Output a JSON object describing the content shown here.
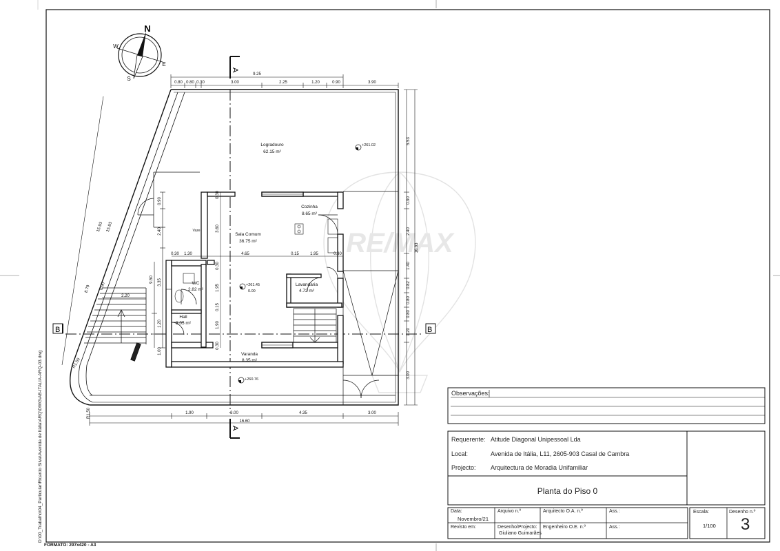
{
  "sheet": {
    "file_path": "D:\\00_Trabalho\\04_Particular\\Ricardo Silva\\Avenida de Itália\\ARQ\\DWG\\AB-ITALIA-ARQ-03.dwg",
    "format": "FORMATO: 297x420 - A3"
  },
  "compass": {
    "n": "N",
    "e": "E",
    "s": "S",
    "w": "W"
  },
  "section_marks": {
    "a": "A",
    "b": "B"
  },
  "watermark": "RE/MAX",
  "rooms": [
    {
      "name": "Logradouro",
      "area": "62.15 m²"
    },
    {
      "name": "Sala Comum",
      "area": "36.75 m²"
    },
    {
      "name": "Cozinha",
      "area": "8.65 m²"
    },
    {
      "name": "Lavandaria",
      "area": "4.72 m²"
    },
    {
      "name": "WC",
      "area": "2.82 m²"
    },
    {
      "name": "Hall",
      "area": "3.05 m²"
    },
    {
      "name": "Varanda",
      "area": "8.35 m²"
    }
  ],
  "levels": {
    "logradouro": "+261.02",
    "interior": "+261.45",
    "interior_sub": "0.00",
    "varanda": "+260.76",
    "vaze": "Vaze"
  },
  "dims_top": {
    "total": "9.25",
    "segments": [
      "0.80",
      "0.80",
      "0.30",
      "3.00",
      "2.25",
      "1.20",
      "0.90",
      "3.90"
    ]
  },
  "dims_bottom": {
    "total": "16.60",
    "segments": [
      "1.90",
      "3.00",
      "4.35",
      "3.00"
    ]
  },
  "dims_right": {
    "total": "16.83",
    "segments": [
      "5.53",
      "0.90",
      "2.40",
      "1.40",
      "0.82",
      "0.80",
      "0.80",
      "1.20",
      "3.00"
    ]
  },
  "dims_left": {
    "diag_total": "15.93",
    "diag_a": "15.83",
    "diag_b": "8.79",
    "diag_c": "0.90",
    "v1": "0.90",
    "v2": "2.40",
    "v3": "9.50",
    "v4": "3.35",
    "v5": "1.20",
    "v6": "1.00",
    "stair": "2.20",
    "r1": "R1.50",
    "r2": "R1.50"
  },
  "dims_interior": {
    "v1": "0.30",
    "v2": "3.60",
    "v3": "0.30",
    "v4": "1.95",
    "v5": "0.15",
    "v6": "1.90",
    "v7": "0.30",
    "h1": "0.30",
    "h2": "1.30",
    "h3": "4.65",
    "h4": "0.15",
    "h5": "1.95",
    "h6": "0.30"
  },
  "title_block": {
    "observacoes_label": "Observações:",
    "requerente_label": "Requerente:",
    "requerente": "Atitude Diagonal Unipessoal Lda",
    "local_label": "Local:",
    "local": "Avenida de Itália, L11, 2605-903 Casal de Cambra",
    "projecto_label": "Projecto:",
    "projecto": "Arquitectura de Moradia Unifamiliar",
    "drawing_title": "Planta do Piso 0",
    "data_label": "Data:",
    "data": "Novembro/21",
    "revisto_label": "Revisto em:",
    "arquivo_label": "Arquivo n.º",
    "desenho_projecto_label": "Desenho/Projecto:",
    "desenho_projecto": "Giuliano Guimarães",
    "arquitecto_label": "Arquitecto O.A. n.º",
    "engenheiro_label": "Engenheiro O.E. n.º",
    "ass_label": "Ass.:",
    "escala_label": "Escala:",
    "escala": "1/100",
    "desenho_n_label": "Desenho n.º",
    "desenho_n": "3"
  }
}
